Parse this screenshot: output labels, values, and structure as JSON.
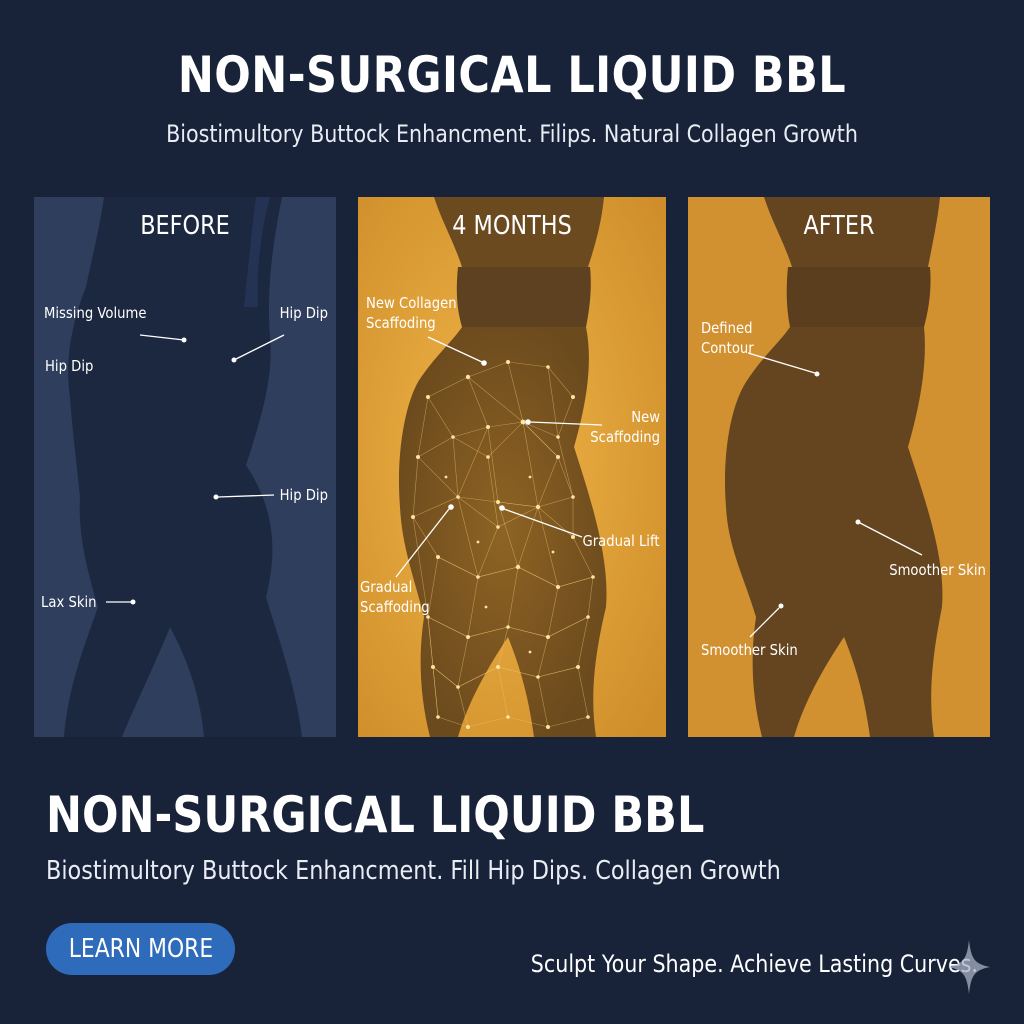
{
  "header": {
    "title": "NON-SURGICAL LIQUID BBL",
    "subtitle": "Biostimultory Buttock Enhancment. Filips. Natural Collagen Growth"
  },
  "panels": [
    {
      "title": "BEFORE",
      "annotations": [
        "Missing Volume",
        "Hip Dip",
        "Hip Dip",
        "Hip Dip",
        "Lax Skin"
      ]
    },
    {
      "title": "4 MONTHS",
      "annotations": [
        "New Collagen Scaffoding",
        "New Scaffoding",
        "Gradual Lift",
        "Gradual Scaffoding"
      ]
    },
    {
      "title": "AFTER",
      "annotations": [
        "Defined Contour",
        "Smoother Skin",
        "Smoother Skin"
      ]
    }
  ],
  "footer": {
    "title": "NON-SURGICAL LIQUID BBL",
    "subtitle": "Biostimultory Buttock Enhancment. Fill Hip Dips. Collagen Growth",
    "cta_label": "LEARN MORE",
    "tagline": "Sculpt Your Shape. Achieve Lasting Curves."
  },
  "icons": {
    "sparkle": "four-point-star-icon"
  },
  "colors": {
    "background": "#182339",
    "before_panel": "#2e3e5c",
    "before_silhouette": "#1c2740",
    "gold_panel": "#d6972f",
    "gold_silhouette": "#6b4a20",
    "after_panel": "#d29131",
    "after_silhouette": "#654520",
    "cta": "#2e6bba"
  }
}
